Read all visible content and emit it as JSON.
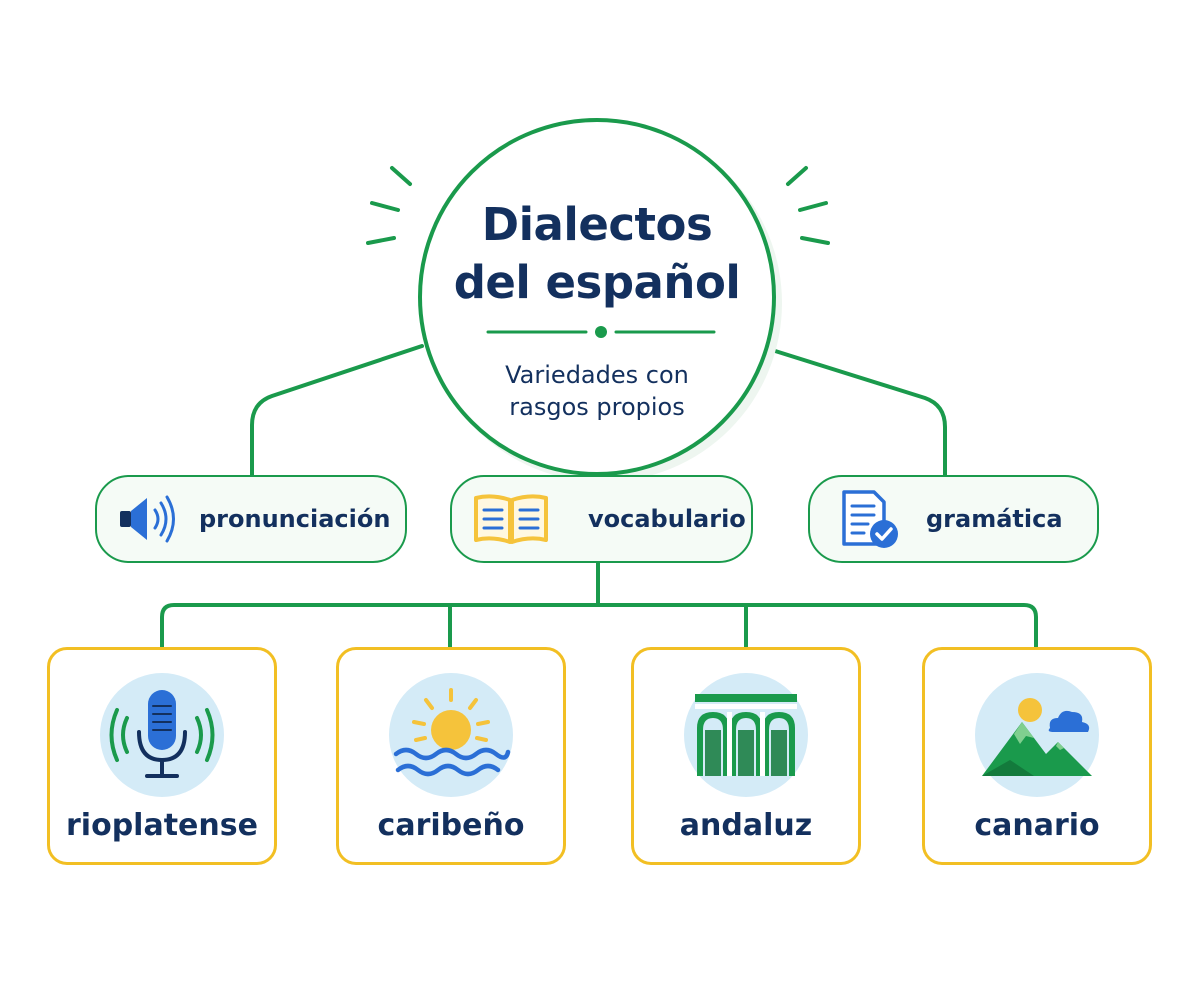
{
  "center": {
    "title_line1": "Dialectos",
    "title_line2": "del español",
    "subtitle_line1": "Variedades con",
    "subtitle_line2": "rasgos propios"
  },
  "features": [
    {
      "label": "pronunciación",
      "icon": "speaker-icon"
    },
    {
      "label": "vocabulario",
      "icon": "open-book-icon"
    },
    {
      "label": "gramática",
      "icon": "document-check-icon"
    }
  ],
  "dialects": [
    {
      "label": "rioplatense",
      "icon": "microphone-icon"
    },
    {
      "label": "caribeño",
      "icon": "sun-waves-icon"
    },
    {
      "label": "andaluz",
      "icon": "arches-icon"
    },
    {
      "label": "canario",
      "icon": "mountain-cloud-icon"
    }
  ],
  "colors": {
    "connector": "#1a9a4c",
    "card_border": "#f2bf23",
    "text": "#13305e",
    "icon_blue": "#2b6fd6",
    "icon_yellow": "#f5c33b"
  }
}
